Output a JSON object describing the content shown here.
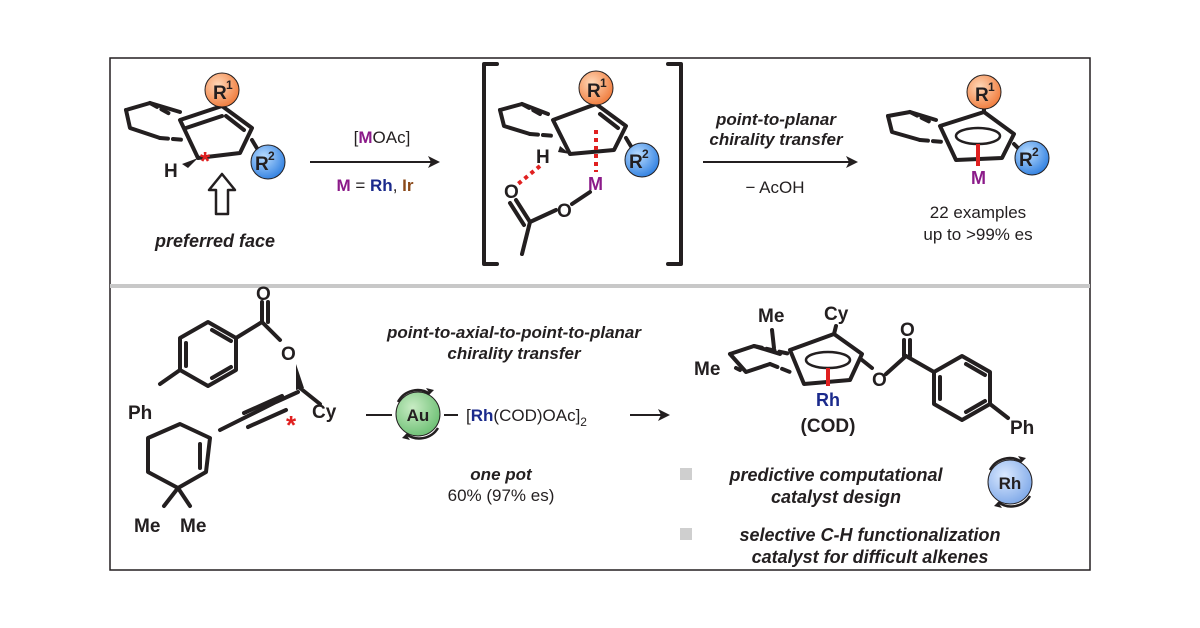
{
  "top": {
    "reactant": {
      "r1": "R",
      "r1_sup": "1",
      "r2": "R",
      "r2_sup": "2",
      "h": "H",
      "stereo_mark": "*",
      "face_label": "preferred face"
    },
    "reagent": {
      "m_symbol": "M",
      "formula_rest": "OAc",
      "bracket_open": "[",
      "bracket_close": "]",
      "metal_line_m": "M",
      "metal_line_eq": " = ",
      "metal_rh": "Rh",
      "metal_sep": ", ",
      "metal_ir": "Ir"
    },
    "ts": {
      "r1": "R",
      "r1_sup": "1",
      "r2": "R",
      "r2_sup": "2",
      "h": "H",
      "m": "M",
      "o1": "O",
      "o2": "O"
    },
    "transfer": {
      "line1": "point-to-planar",
      "line2": "chirality transfer",
      "byproduct": "− AcOH"
    },
    "product": {
      "r1": "R",
      "r1_sup": "1",
      "r2": "R",
      "r2_sup": "2",
      "m": "M",
      "examples": "22 examples",
      "es": "up to >99% es"
    }
  },
  "bottom": {
    "substrate": {
      "ph": "Ph",
      "o_carbonyl": "O",
      "o_ester": "O",
      "stereo_mark": "*",
      "cy": "Cy",
      "me1": "Me",
      "me2": "Me"
    },
    "transfer": {
      "line1": "point-to-axial-to-point-to-planar",
      "line2": "chirality transfer"
    },
    "catalyst_au": "Au",
    "rh_reagent": {
      "open": "[",
      "rh": "Rh",
      "rest": "(COD)OAc]",
      "sub": "2"
    },
    "one_pot": "one pot",
    "yield": "60% (97% es)",
    "product": {
      "me_top": "Me",
      "me_left": "Me",
      "cy": "Cy",
      "rh": "Rh",
      "cod": "(COD)",
      "o_ester": "O",
      "o_carbonyl": "O",
      "ph": "Ph"
    },
    "bullets": [
      {
        "line1": "predictive computational",
        "line2": "catalyst design"
      },
      {
        "line1": "selective C-H functionalization",
        "line2": "catalyst for difficult alkenes"
      }
    ],
    "rh_badge": "Rh"
  },
  "colors": {
    "metal_m": "#8b1a89",
    "rhodium": "#1b2a8c",
    "iridium": "#8b4a1a",
    "red_bond": "#e02020",
    "r1_ball": "#f08a4b",
    "r2_ball": "#3b86e6",
    "au_ball": "#7cc47f",
    "rh_ball": "#8fb3ea",
    "divider": "#c8c8c8",
    "bullet": "#cfcfcf"
  }
}
